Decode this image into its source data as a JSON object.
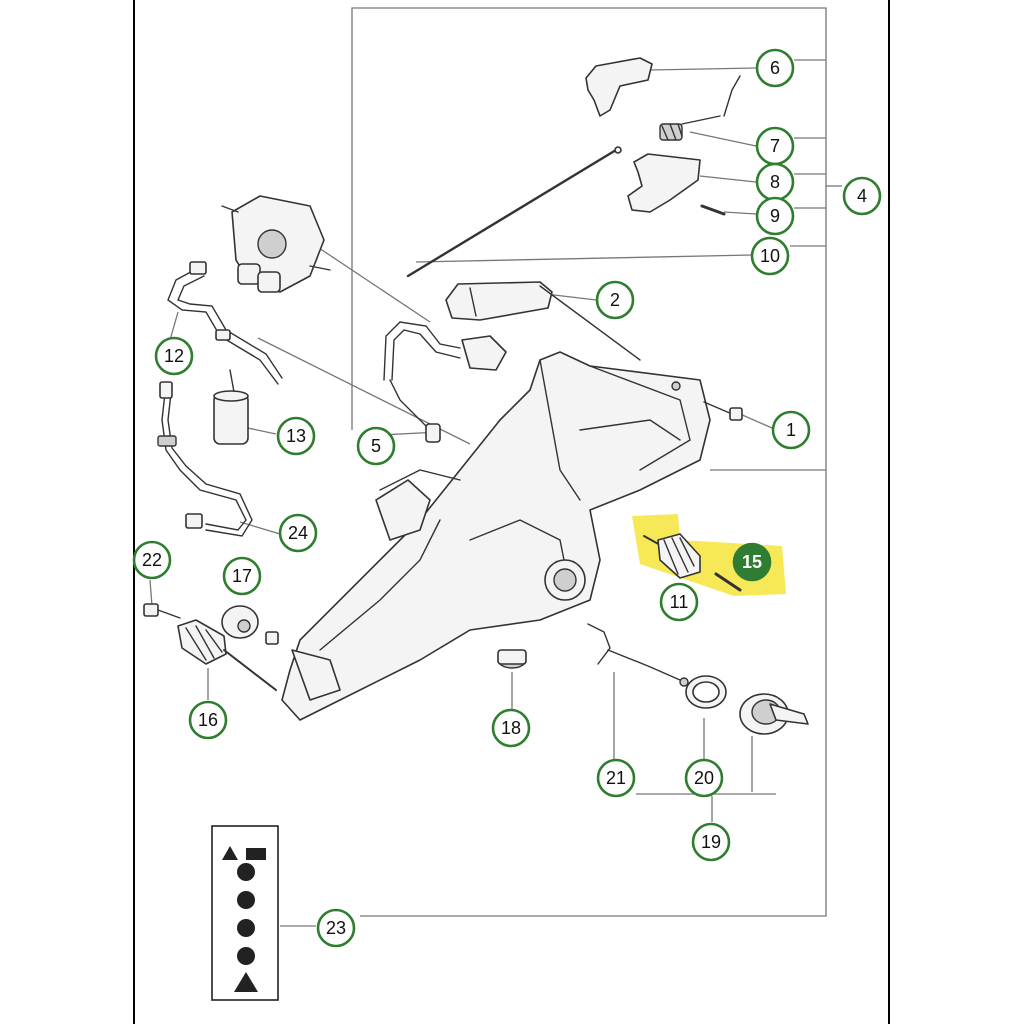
{
  "diagram": {
    "highlighted_part": "15",
    "callouts": [
      {
        "id": "1",
        "label": "1"
      },
      {
        "id": "2",
        "label": "2"
      },
      {
        "id": "4",
        "label": "4"
      },
      {
        "id": "5",
        "label": "5"
      },
      {
        "id": "6",
        "label": "6"
      },
      {
        "id": "7",
        "label": "7"
      },
      {
        "id": "8",
        "label": "8"
      },
      {
        "id": "9",
        "label": "9"
      },
      {
        "id": "10",
        "label": "10"
      },
      {
        "id": "11",
        "label": "11"
      },
      {
        "id": "12",
        "label": "12"
      },
      {
        "id": "13",
        "label": "13"
      },
      {
        "id": "15",
        "label": "15"
      },
      {
        "id": "16",
        "label": "16"
      },
      {
        "id": "17",
        "label": "17"
      },
      {
        "id": "18",
        "label": "18"
      },
      {
        "id": "19",
        "label": "19"
      },
      {
        "id": "20",
        "label": "20"
      },
      {
        "id": "21",
        "label": "21"
      },
      {
        "id": "22",
        "label": "22"
      },
      {
        "id": "23",
        "label": "23"
      },
      {
        "id": "24",
        "label": "24"
      }
    ],
    "colors": {
      "callout_border": "#2f7d2f",
      "highlight_fill": "#2e7d32",
      "highlight_marker": "#f5e43a"
    },
    "sticker_icons": [
      "warning-manual-icon",
      "helmet-icon",
      "no-one-hand-icon",
      "no-fuel-fire-icon",
      "kickback-icon",
      "warning-triangle-icon"
    ]
  }
}
